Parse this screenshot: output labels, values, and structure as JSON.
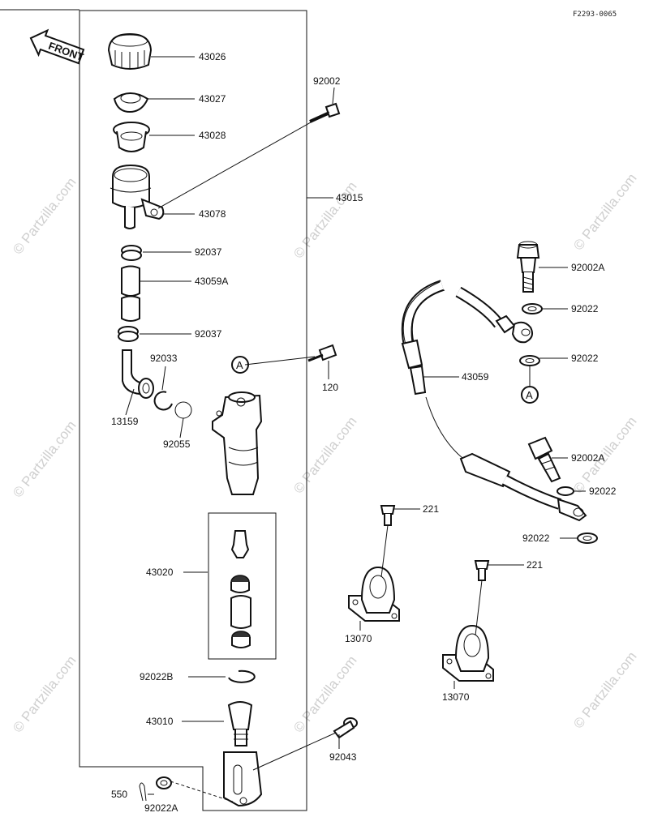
{
  "diagram": {
    "ref_code": "F2293-0065",
    "front_label": "FRONT",
    "watermark": "© Partzilla.com",
    "callout_a": "A",
    "labels": {
      "p43026": "43026",
      "p43027": "43027",
      "p43028": "43028",
      "p43078": "43078",
      "p92037_top": "92037",
      "p43059a": "43059A",
      "p92037_bot": "92037",
      "p92033": "92033",
      "p13159": "13159",
      "p92055": "92055",
      "p43015": "43015",
      "p92002": "92002",
      "p120": "120",
      "p43020": "43020",
      "p92022b": "92022B",
      "p43010": "43010",
      "p92043": "92043",
      "p550": "550",
      "p92022a": "92022A",
      "p92002a_top": "92002A",
      "p92022_1": "92022",
      "p92022_2": "92022",
      "p43059": "43059",
      "p92002a_bot": "92002A",
      "p92022_3": "92022",
      "p92022_4": "92022",
      "p221_1": "221",
      "p221_2": "221",
      "p13070_1": "13070",
      "p13070_2": "13070"
    }
  }
}
